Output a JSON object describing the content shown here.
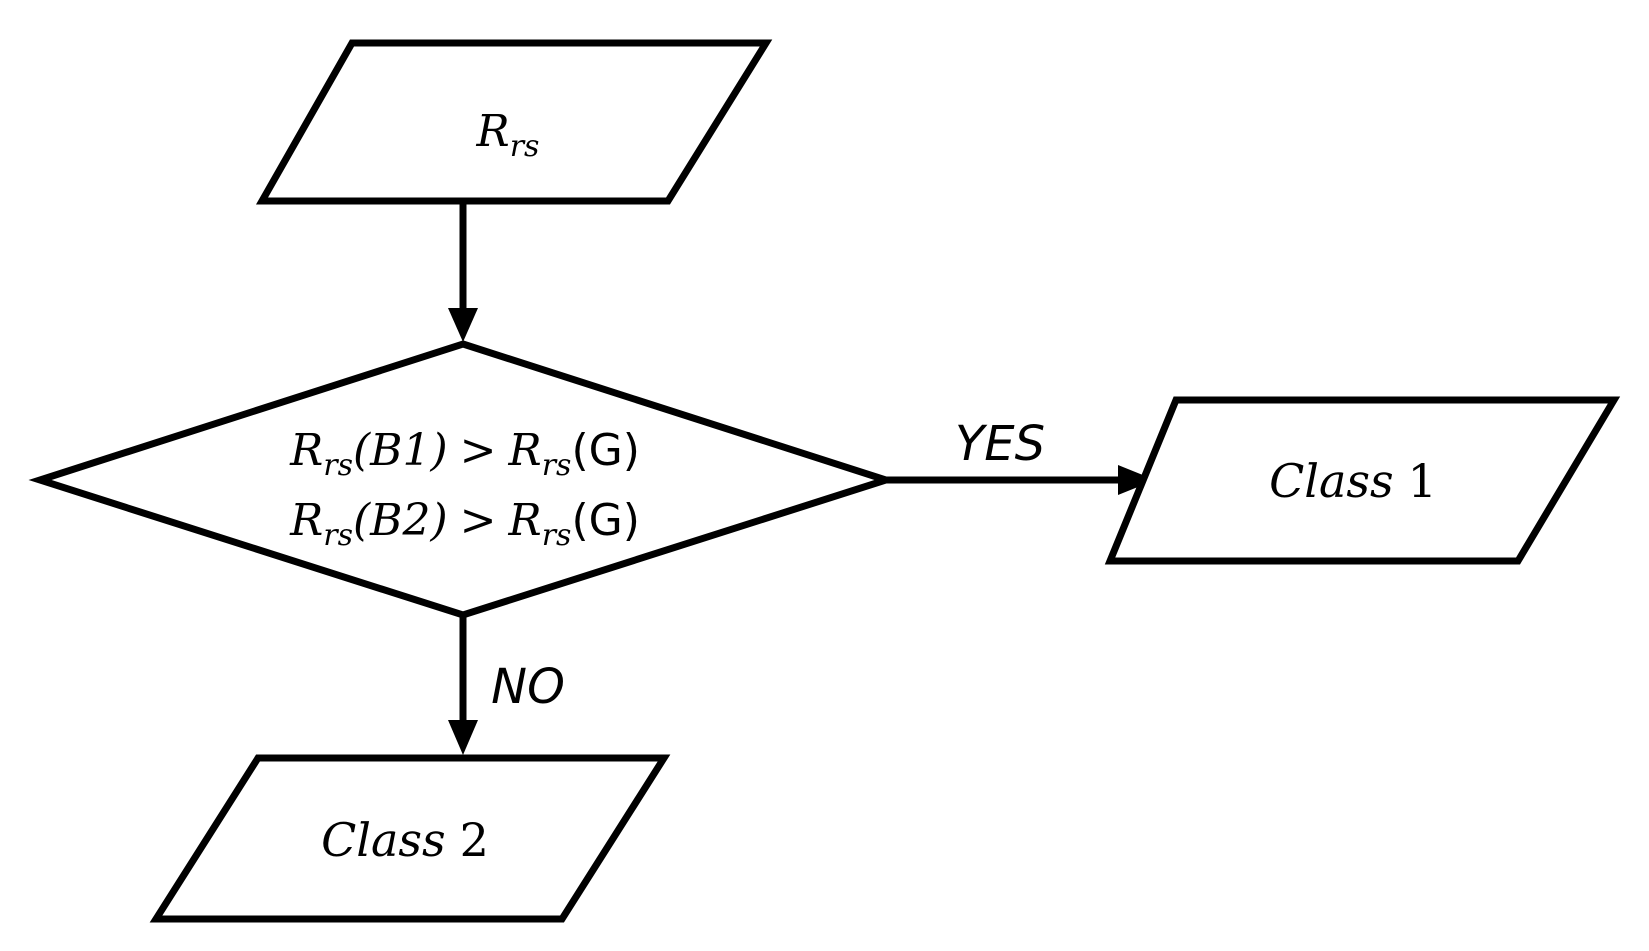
{
  "input": {
    "symbol": "R",
    "subscript": "rs"
  },
  "decision": {
    "line1": {
      "r1": "R",
      "sub1": "rs",
      "arg1": "(B1)",
      "op": ">",
      "r2": "R",
      "sub2": "rs",
      "arg2": "(G)"
    },
    "line2": {
      "r1": "R",
      "sub1": "rs",
      "arg1": "(B2)",
      "op": ">",
      "r2": "R",
      "sub2": "rs",
      "arg2": "(G)"
    }
  },
  "branches": {
    "yes_label": "YES",
    "no_label": "NO"
  },
  "outputs": {
    "class1": {
      "word": "Class",
      "number": "1"
    },
    "class2": {
      "word": "Class",
      "number": "2"
    }
  }
}
